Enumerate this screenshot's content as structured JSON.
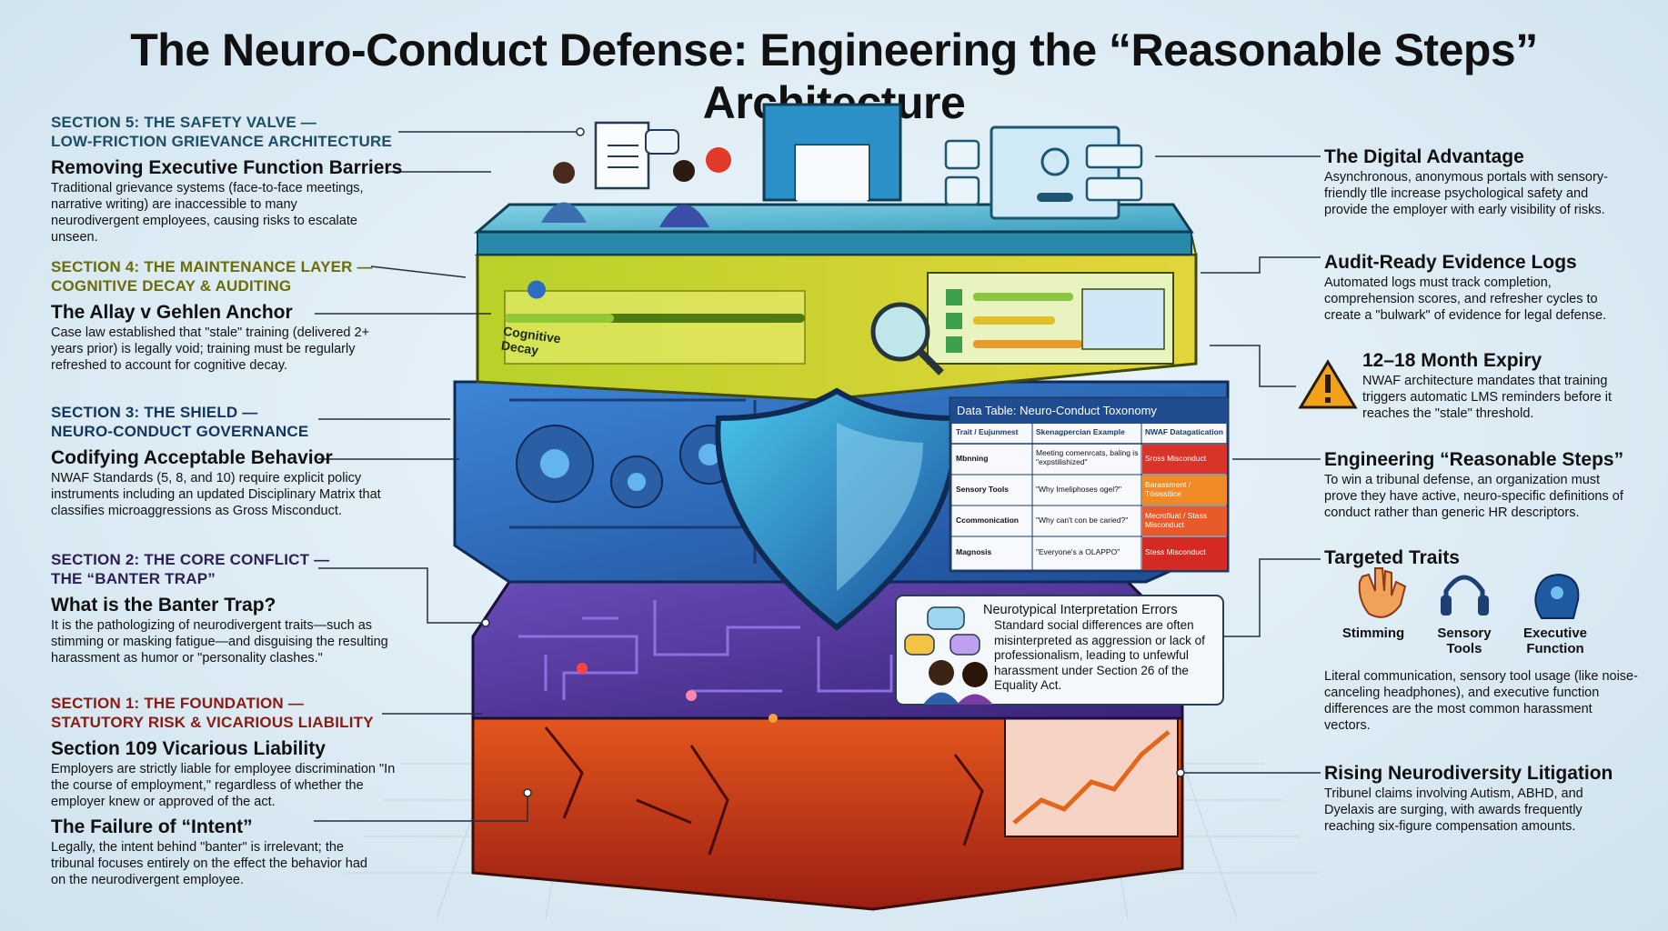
{
  "title": "The Neuro-Conduct Defense: Engineering the “Reasonable Steps” Architecture",
  "left": {
    "s5": {
      "label": "SECTION 5: THE SAFETY VALVE —\nLOW-FRICTION GRIEVANCE ARCHITECTURE",
      "heading": "Removing Executive Function Barriers",
      "text": "Traditional grievance systems (face-to-face meetings, narrative writing) are inaccessible to many neurodivergent employees, causing risks to escalate unseen."
    },
    "s4": {
      "label": "SECTION 4: THE MAINTENANCE LAYER —\nCOGNITIVE DECAY & AUDITING",
      "heading": "The Allay v Gehlen Anchor",
      "text": "Case law established that \"stale\" training (delivered 2+ years prior) is legally void; training must be regularly refreshed to account for cognitive decay."
    },
    "s3": {
      "label": "SECTION 3: THE SHIELD —\nNEURO-CONDUCT GOVERNANCE",
      "heading": "Codifying Acceptable Behavior",
      "text": "NWAF Standards (5, 8, and 10) require explicit policy instruments including an updated Disciplinary Matrix that classifies microaggressions as Gross Misconduct."
    },
    "s2": {
      "label": "SECTION 2: THE CORE CONFLICT —\nTHE “BANTER TRAP”",
      "heading": "What is the Banter Trap?",
      "text": "It is the pathologizing of neurodivergent traits—such as stimming or masking fatigue—and disguising the resulting harassment as humor or \"personality clashes.\""
    },
    "s1": {
      "label": "SECTION 1: THE FOUNDATION —\nSTATUTORY RISK & VICARIOUS LIABILITY",
      "heading": "Section 109 Vicarious Liability",
      "text": "Employers are strictly liable for employee discrimination \"In the course of employment,\" regardless of whether the employer knew or approved of the act.",
      "heading2": "The Failure of “Intent”",
      "text2": "Legally, the intent behind \"banter\" is irrelevant; the tribunal focuses entirely on the effect the behavior had on the neurodivergent employee."
    }
  },
  "right": {
    "digital": {
      "heading": "The Digital Advantage",
      "text": "Asynchronous, anonymous portals with sensory-friendly tlle increase psychological safety and provide the employer with early visibility of risks."
    },
    "audit": {
      "heading": "Audit-Ready Evidence Logs",
      "text": "Automated logs must track completion, comprehension scores, and refresher cycles to create a \"bulwark\" of evidence for legal defense."
    },
    "expiry": {
      "heading": "12–18 Month Expiry",
      "text": "NWAF architecture mandates that training triggers automatic LMS reminders before it reaches the \"stale\" threshold."
    },
    "reasonable": {
      "heading": "Engineering “Reasonable Steps”",
      "text": "To win a tribunal defense, an organization must prove they have active, neuro-specific definitions of conduct rather than generic HR descriptors."
    },
    "traits": {
      "heading": "Targeted Traits",
      "items": [
        {
          "label": "Stimming",
          "icon": "hand-icon"
        },
        {
          "label": "Sensory\nTools",
          "icon": "headphones-icon"
        },
        {
          "label": "Executive\nFunction",
          "icon": "brain-gear-icon"
        }
      ],
      "text": "Literal communication, sensory tool usage (like noise-canceling headphones), and executive function differences are the most common harassment vectors."
    },
    "litigation": {
      "heading": "Rising Neurodiversity Litigation",
      "text": "Tribunel claims involving Autism, ABHD, and Dyelaxis are surging, with awards frequently reaching six-figure compensation amounts."
    }
  },
  "diagram": {
    "cognitive_decay_label": "Cognitive\nDecay",
    "table": {
      "title": "Data Table: Neuro-Conduct Toxonomy",
      "headers": [
        "Trait / Eujunmest",
        "Skenagpercian Example",
        "NWAF Datagatication"
      ],
      "rows": [
        {
          "trait": "Mbnning",
          "example": "Meeting comenrcats, baling is \"expstilishized\"",
          "class": "Sross Misconduct"
        },
        {
          "trait": "Sensory Tools",
          "example": "\"Why Imeliphoses ogel?\"",
          "class": "Barassment / Tösissitice"
        },
        {
          "trait": "Ccommonication",
          "example": "\"Why can't con be caried?\"",
          "class": "Mecrofluat / Stass Misconduct"
        },
        {
          "trait": "Magnosis",
          "example": "\"Everyone's a OLAPPO\"",
          "class": "Stess Misconduct"
        }
      ]
    },
    "callout": {
      "heading": "Neurotypical Interpretation Errors",
      "text": "Standard social differences are often misinterpreted as aggression or lack of professionalism, leading to unfewful harassment under Section 26 of the Equality Act."
    }
  },
  "colors": {
    "top_layer": "#5bbfd6",
    "yellow_layer": "#c8d62a",
    "blue_layer": "#2c6fc0",
    "purple_layer": "#5b3aa0",
    "red_layer": "#d2401c",
    "warning": "#f0a21a"
  }
}
